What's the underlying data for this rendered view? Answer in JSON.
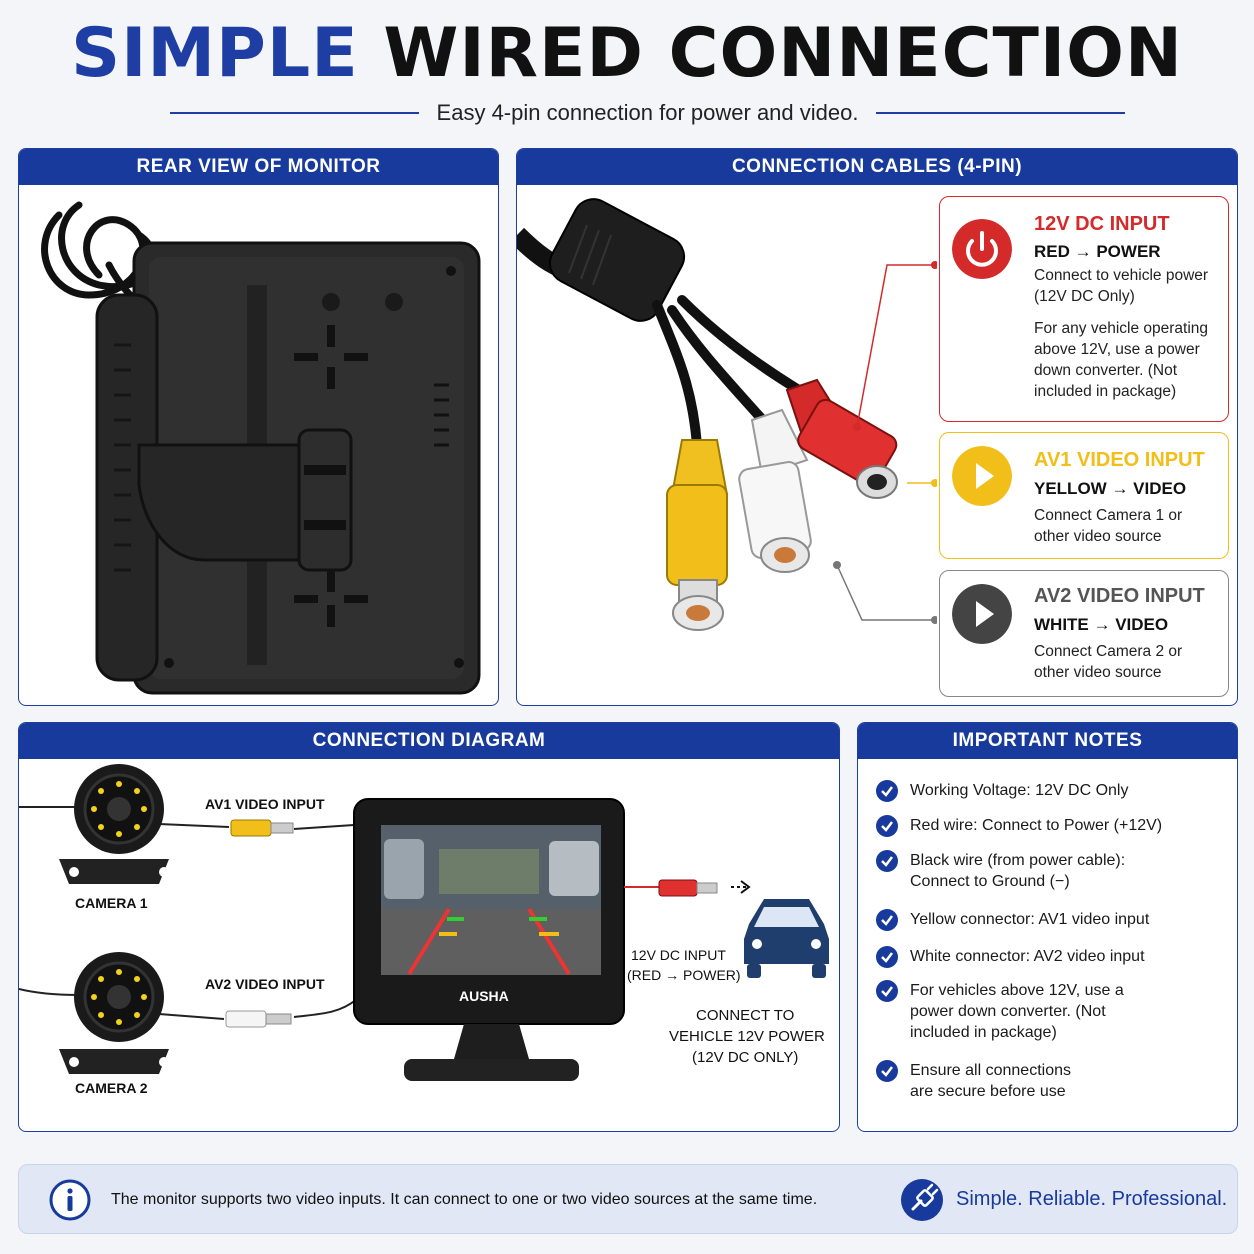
{
  "header": {
    "title_part1": "SIMPLE",
    "title_part2": "WIRED CONNECTION",
    "subtitle": "Easy 4-pin connection for power and video."
  },
  "panels": {
    "rear": {
      "title": "REAR VIEW OF MONITOR"
    },
    "cables": {
      "title": "CONNECTION CABLES (4-PIN)"
    },
    "diagram": {
      "title": "CONNECTION DIAGRAM"
    },
    "notes": {
      "title": "IMPORTANT NOTES"
    }
  },
  "connectors": {
    "red": {
      "title": "12V DC INPUT",
      "subtitle": "RED → POWER",
      "line1": "Connect to vehicle power (12V DC Only)",
      "line2": "For any vehicle operating above 12V, use a power down converter. (Not included in package)",
      "color": "#d42a2a",
      "icon": "power-icon"
    },
    "yellow": {
      "title": "AV1 VIDEO INPUT",
      "subtitle": "YELLOW → VIDEO",
      "line1": "Connect Camera 1 or other video source",
      "color": "#f2be1a",
      "icon": "play-icon"
    },
    "white": {
      "title": "AV2 VIDEO INPUT",
      "subtitle": "WHITE → VIDEO",
      "line1": "Connect Camera 2 or other video source",
      "color": "#555555",
      "icon": "play-icon"
    }
  },
  "diagram": {
    "av1_label": "AV1 VIDEO INPUT",
    "av2_label": "AV2 VIDEO INPUT",
    "camera1": "CAMERA 1",
    "camera2": "CAMERA 2",
    "brand": "AUSHA",
    "dc_label_1": "12V DC INPUT",
    "dc_label_2": "(RED → POWER)",
    "vehicle_1": "CONNECT TO",
    "vehicle_2": "VEHICLE 12V POWER",
    "vehicle_3": "(12V DC ONLY)"
  },
  "notes": [
    "Working Voltage: 12V DC Only",
    "Red wire: Connect to Power (+12V)",
    "Black wire (from power cable): Connect to Ground (−)",
    "Yellow connector: AV1 video input",
    "White connector: AV2 video input",
    "For vehicles above 12V, use a power down converter. (Not included in package)",
    "Ensure all connections are secure before use"
  ],
  "footer": {
    "info": "The monitor supports two video inputs. It can connect to one or two video sources at the same time.",
    "tagline": "Simple. Reliable. Professional."
  },
  "colors": {
    "brand_blue": "#173a9c",
    "red": "#d42a2a",
    "yellow": "#f2be1a",
    "white_gray": "#555555"
  }
}
